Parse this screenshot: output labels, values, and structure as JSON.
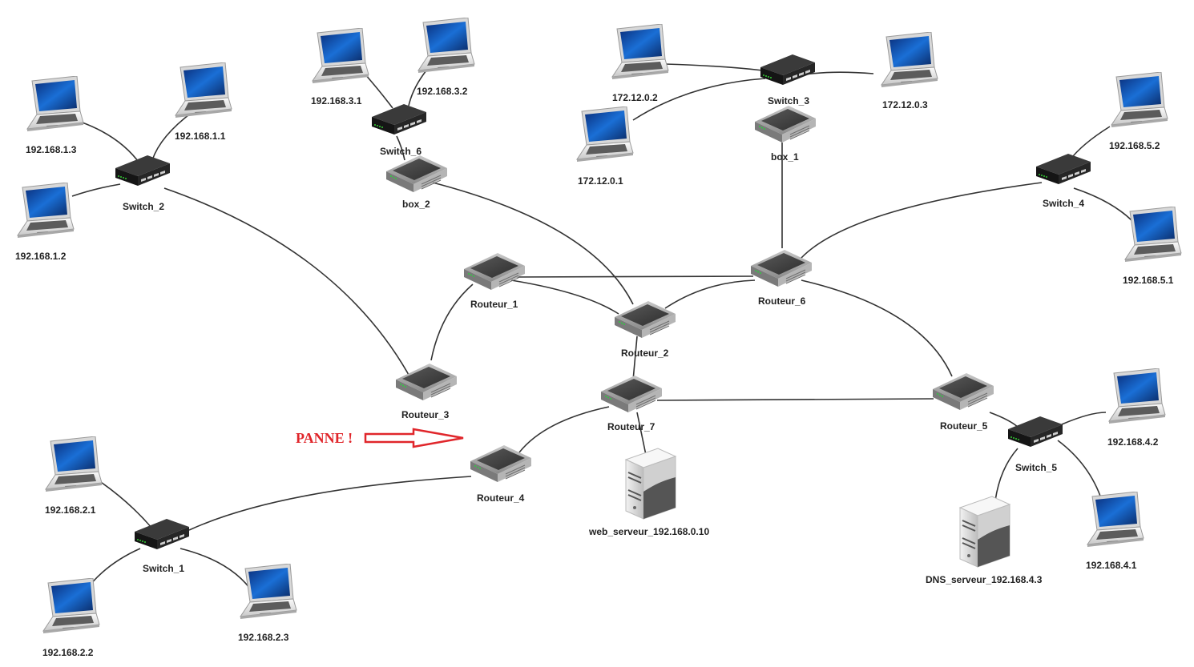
{
  "colors": {
    "link": "#333333",
    "label": "#222222",
    "alert": "#e0262b",
    "laptop_screen": "#1a6fd6",
    "switch_body": "#1e1e1e",
    "router_body": "#8a8a8a",
    "server_body": "#e6e6e6"
  },
  "nodes": {
    "switch_1": {
      "label": "Switch_1",
      "type": "switch",
      "icon": "switch-icon"
    },
    "switch_2": {
      "label": "Switch_2",
      "type": "switch",
      "icon": "switch-icon"
    },
    "switch_3": {
      "label": "Switch_3",
      "type": "switch",
      "icon": "switch-icon"
    },
    "switch_4": {
      "label": "Switch_4",
      "type": "switch",
      "icon": "switch-icon"
    },
    "switch_5": {
      "label": "Switch_5",
      "type": "switch",
      "icon": "switch-icon"
    },
    "switch_6": {
      "label": "Switch_6",
      "type": "switch",
      "icon": "switch-icon"
    },
    "box_1": {
      "label": "box_1",
      "type": "router",
      "icon": "box-icon"
    },
    "box_2": {
      "label": "box_2",
      "type": "router",
      "icon": "box-icon"
    },
    "routeur_1": {
      "label": "Routeur_1",
      "type": "router",
      "icon": "router-icon"
    },
    "routeur_2": {
      "label": "Routeur_2",
      "type": "router",
      "icon": "router-icon"
    },
    "routeur_3": {
      "label": "Routeur_3",
      "type": "router",
      "icon": "router-icon"
    },
    "routeur_4": {
      "label": "Routeur_4",
      "type": "router",
      "icon": "router-icon"
    },
    "routeur_5": {
      "label": "Routeur_5",
      "type": "router",
      "icon": "router-icon"
    },
    "routeur_6": {
      "label": "Routeur_6",
      "type": "router",
      "icon": "router-icon"
    },
    "routeur_7": {
      "label": "Routeur_7",
      "type": "router",
      "icon": "router-icon"
    },
    "pc_192_168_1_1": {
      "label": "192.168.1.1",
      "type": "laptop",
      "icon": "laptop-icon"
    },
    "pc_192_168_1_2": {
      "label": "192.168.1.2",
      "type": "laptop",
      "icon": "laptop-icon"
    },
    "pc_192_168_1_3": {
      "label": "192.168.1.3",
      "type": "laptop",
      "icon": "laptop-icon"
    },
    "pc_192_168_2_1": {
      "label": "192.168.2.1",
      "type": "laptop",
      "icon": "laptop-icon"
    },
    "pc_192_168_2_2": {
      "label": "192.168.2.2",
      "type": "laptop",
      "icon": "laptop-icon"
    },
    "pc_192_168_2_3": {
      "label": "192.168.2.3",
      "type": "laptop",
      "icon": "laptop-icon"
    },
    "pc_192_168_3_1": {
      "label": "192.168.3.1",
      "type": "laptop",
      "icon": "laptop-icon"
    },
    "pc_192_168_3_2": {
      "label": "192.168.3.2",
      "type": "laptop",
      "icon": "laptop-icon"
    },
    "pc_172_12_0_1": {
      "label": "172.12.0.1",
      "type": "laptop",
      "icon": "laptop-icon"
    },
    "pc_172_12_0_2": {
      "label": "172.12.0.2",
      "type": "laptop",
      "icon": "laptop-icon"
    },
    "pc_172_12_0_3": {
      "label": "172.12.0.3",
      "type": "laptop",
      "icon": "laptop-icon"
    },
    "pc_192_168_5_1": {
      "label": "192.168.5.1",
      "type": "laptop",
      "icon": "laptop-icon"
    },
    "pc_192_168_5_2": {
      "label": "192.168.5.2",
      "type": "laptop",
      "icon": "laptop-icon"
    },
    "pc_192_168_4_1": {
      "label": "192.168.4.1",
      "type": "laptop",
      "icon": "laptop-icon"
    },
    "pc_192_168_4_2": {
      "label": "192.168.4.2",
      "type": "laptop",
      "icon": "laptop-icon"
    },
    "web_server": {
      "label": "web_serveur_192.168.0.10",
      "type": "server",
      "icon": "server-icon"
    },
    "dns_server": {
      "label": "DNS_serveur_192.168.4.3",
      "type": "server",
      "icon": "server-icon"
    }
  },
  "edges": [
    [
      "switch_2",
      "pc_192_168_1_3"
    ],
    [
      "switch_2",
      "pc_192_168_1_1"
    ],
    [
      "switch_2",
      "pc_192_168_1_2"
    ],
    [
      "switch_2",
      "routeur_3"
    ],
    [
      "switch_6",
      "pc_192_168_3_1"
    ],
    [
      "switch_6",
      "pc_192_168_3_2"
    ],
    [
      "switch_6",
      "box_2"
    ],
    [
      "box_2",
      "routeur_2"
    ],
    [
      "switch_3",
      "pc_172_12_0_2"
    ],
    [
      "switch_3",
      "pc_172_12_0_3"
    ],
    [
      "switch_3",
      "pc_172_12_0_1"
    ],
    [
      "box_1",
      "routeur_6"
    ],
    [
      "switch_4",
      "pc_192_168_5_2"
    ],
    [
      "switch_4",
      "pc_192_168_5_1"
    ],
    [
      "switch_4",
      "routeur_6"
    ],
    [
      "routeur_1",
      "routeur_6"
    ],
    [
      "routeur_1",
      "routeur_2"
    ],
    [
      "routeur_1",
      "routeur_3"
    ],
    [
      "routeur_2",
      "routeur_6"
    ],
    [
      "routeur_2",
      "routeur_7"
    ],
    [
      "routeur_6",
      "routeur_5"
    ],
    [
      "routeur_7",
      "routeur_5"
    ],
    [
      "routeur_7",
      "routeur_4"
    ],
    [
      "routeur_7",
      "web_server"
    ],
    [
      "routeur_5",
      "switch_5"
    ],
    [
      "switch_5",
      "pc_192_168_4_2"
    ],
    [
      "switch_5",
      "pc_192_168_4_1"
    ],
    [
      "switch_5",
      "dns_server"
    ],
    [
      "routeur_4",
      "switch_1"
    ],
    [
      "switch_1",
      "pc_192_168_2_1"
    ],
    [
      "switch_1",
      "pc_192_168_2_2"
    ],
    [
      "switch_1",
      "pc_192_168_2_3"
    ]
  ],
  "annotation": {
    "text": "PANNE !",
    "arrow": "right-arrow",
    "target": "routeur_4"
  }
}
